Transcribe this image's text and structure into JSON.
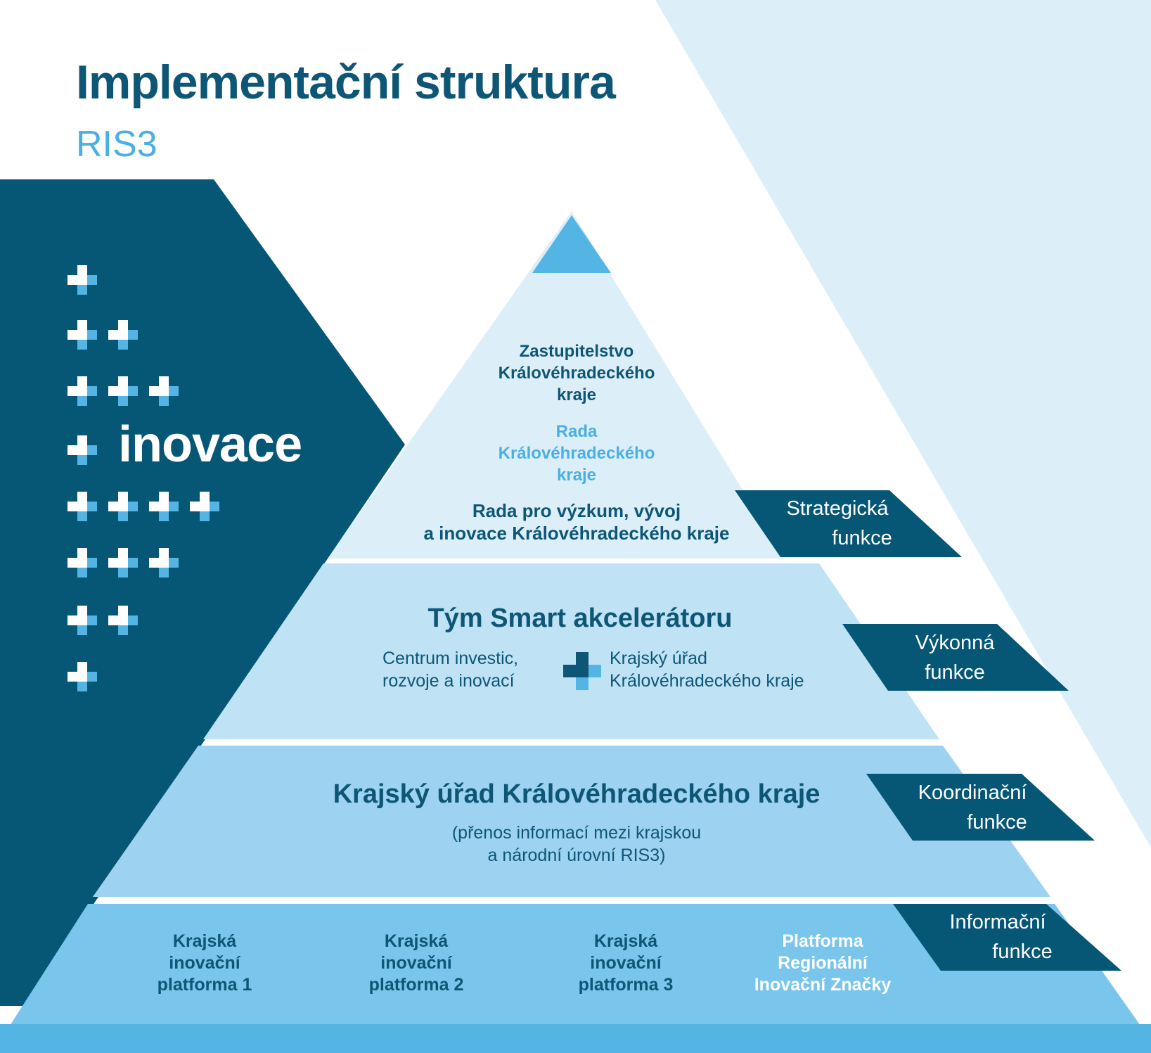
{
  "header": {
    "title": "Implementační struktura",
    "subtitle": "RIS3"
  },
  "brand": {
    "logo_text": "inovace",
    "plus_rows": [
      1,
      2,
      3,
      1,
      4,
      3,
      2,
      1
    ]
  },
  "tiers": {
    "strategic": {
      "line1": [
        "Zastupitelstvo",
        "Královéhradeckého",
        "kraje"
      ],
      "line2": [
        "Rada",
        "Královéhradeckého",
        "kraje"
      ],
      "line3": [
        "Rada pro výzkum, vývoj",
        "a inovace Královéhradeckého kraje"
      ]
    },
    "executive": {
      "title": "Tým Smart akcelerátoru",
      "left": [
        "Centrum investic,",
        "rozvoje a inovací"
      ],
      "right": [
        "Krajský úřad",
        "Královéhradeckého kraje"
      ]
    },
    "coordination": {
      "title": "Krajský úřad Královéhradeckého kraje",
      "note": [
        "(přenos informací mezi krajskou",
        "a národní úrovní RIS3)"
      ]
    },
    "information": {
      "platforms": [
        [
          "Krajská",
          "inovační",
          "platforma 1"
        ],
        [
          "Krajská",
          "inovační",
          "platforma 2"
        ],
        [
          "Krajská",
          "inovační",
          "platforma 3"
        ],
        [
          "Platforma",
          "Regionální",
          "Inovační Značky"
        ]
      ]
    }
  },
  "function_tags": [
    [
      "Strategická",
      "funkce"
    ],
    [
      "Výkonná",
      "funkce"
    ],
    [
      "Koordinační",
      "funkce"
    ],
    [
      "Informační",
      "funkce"
    ]
  ],
  "colors": {
    "dark_blue": "#0e5676",
    "light_blue": "#4ab0e3",
    "tier1": "#dceff9",
    "tier2": "#bfe2f5",
    "tier3": "#9dd3f0",
    "tier4": "#7ac5ec",
    "base": "#54b4e4",
    "bg_triangle": "#dceff9"
  }
}
